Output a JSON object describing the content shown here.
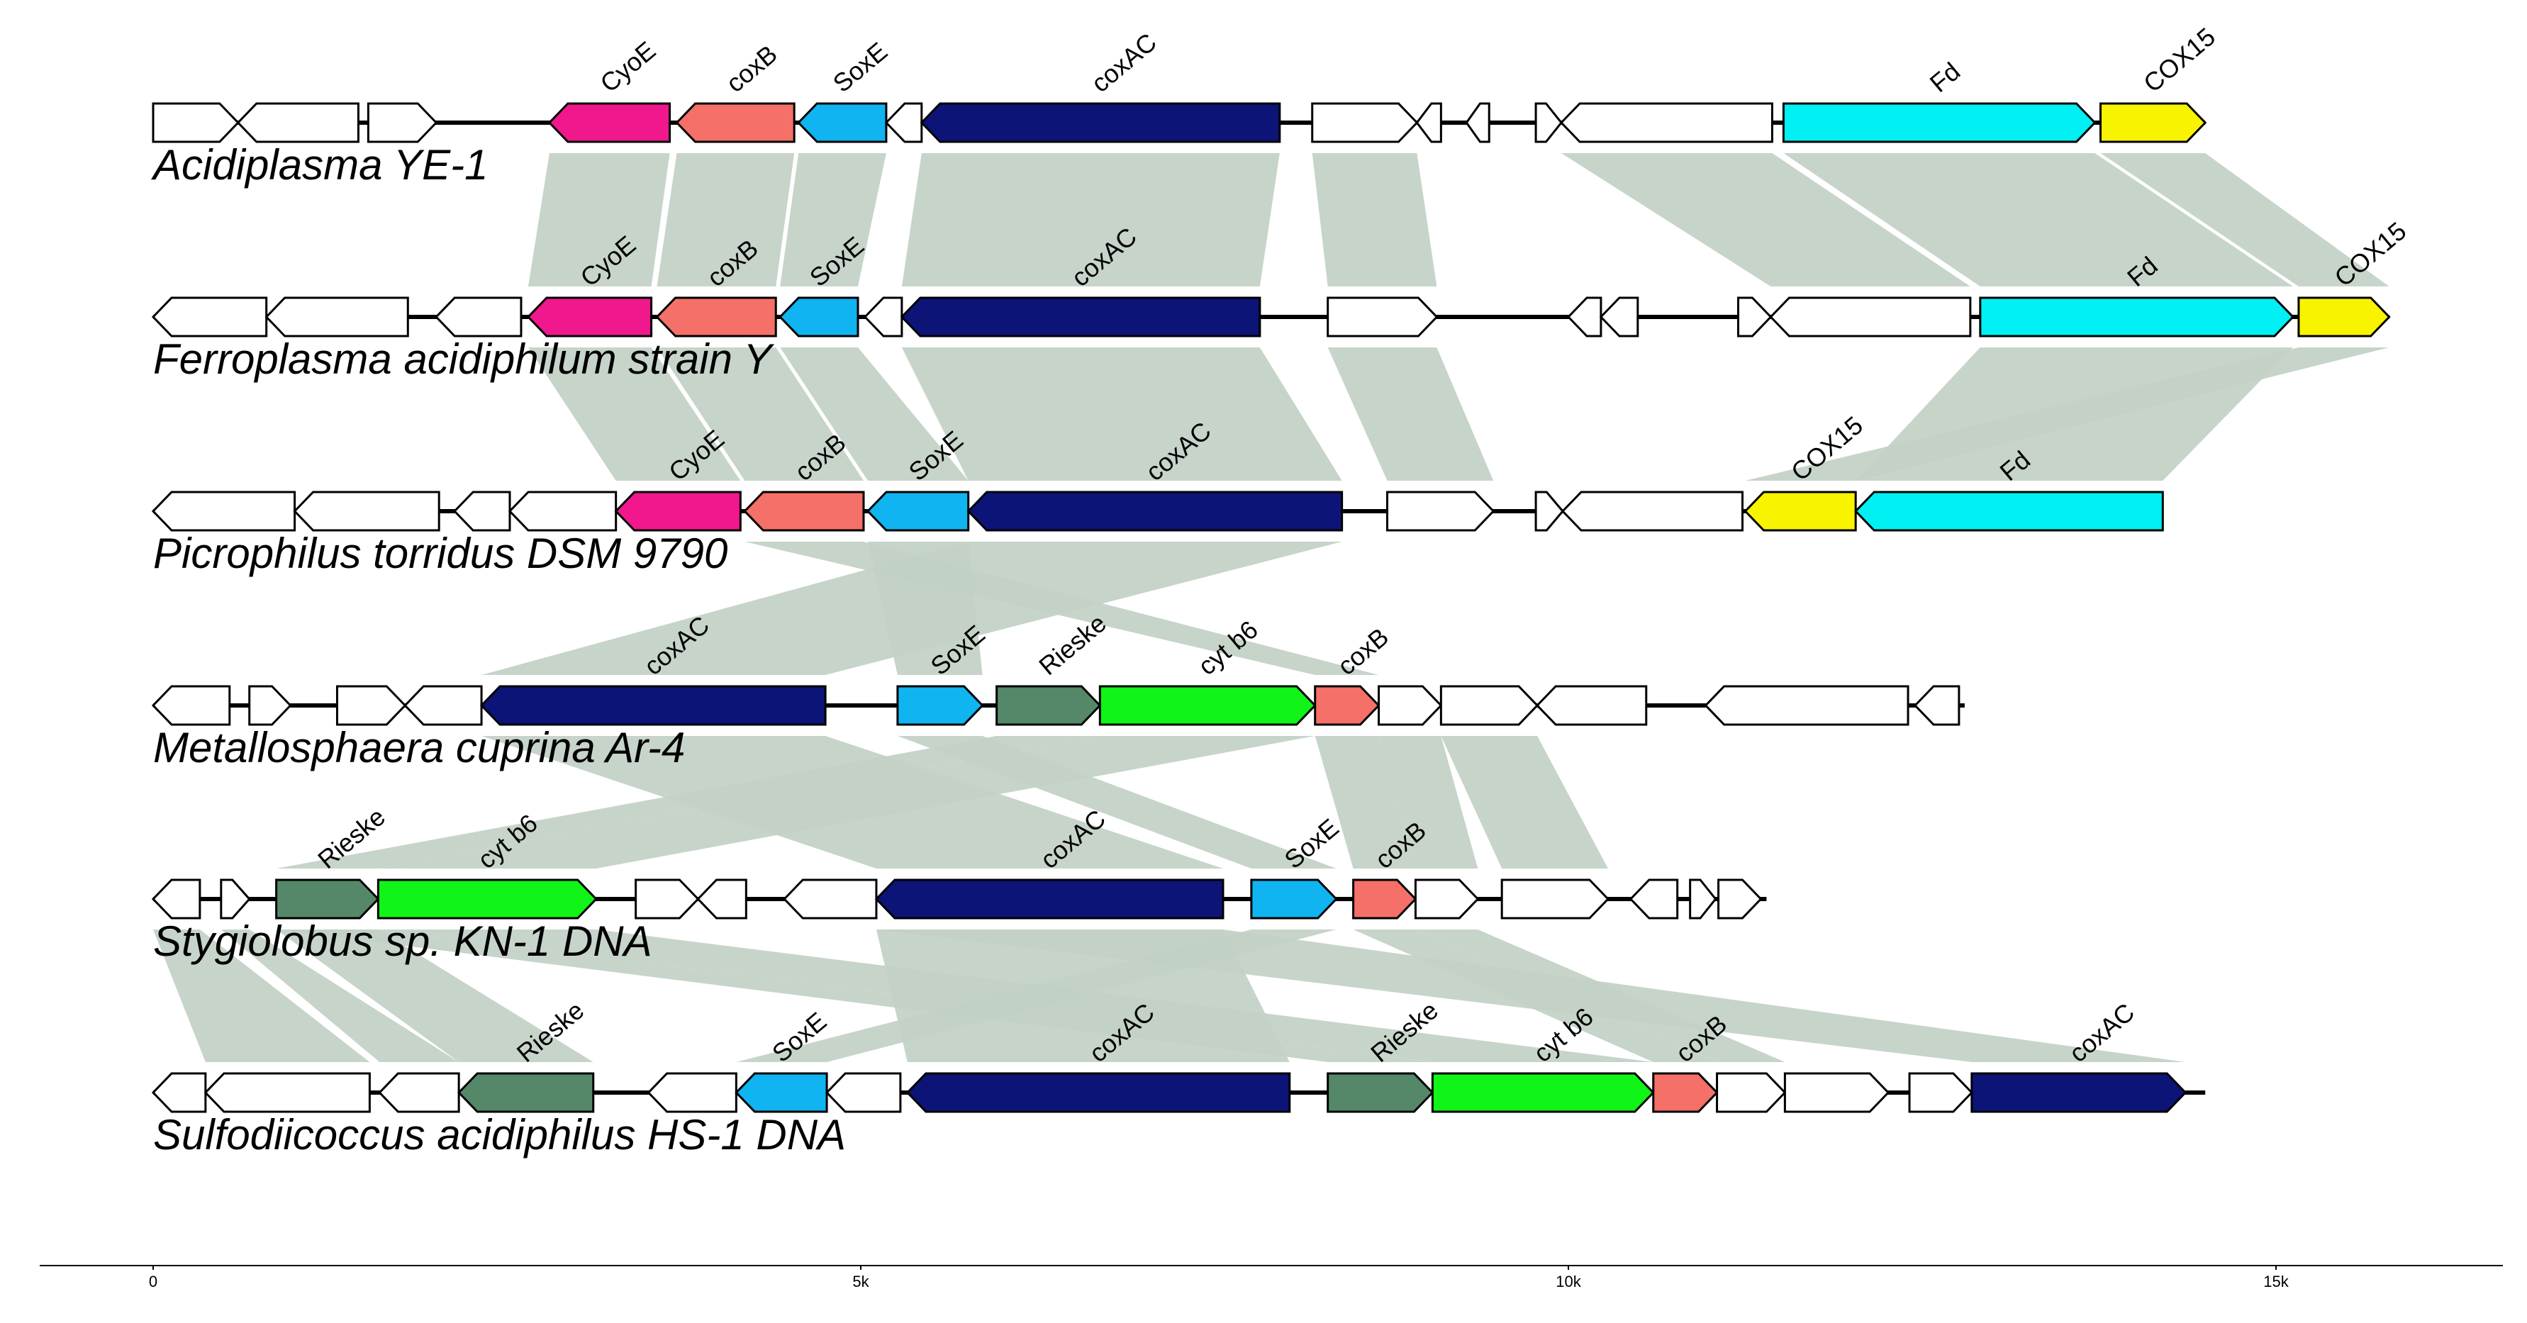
{
  "scale": {
    "min": 0,
    "max": 16500
  },
  "axis": {
    "ticks": [
      {
        "value": 0,
        "label": "0"
      },
      {
        "value": 5000,
        "label": "5k"
      },
      {
        "value": 10000,
        "label": "10k"
      },
      {
        "value": 15000,
        "label": "15k"
      }
    ]
  },
  "colors": {
    "CyoE": "#f0188c",
    "coxB": "#f47068",
    "SoxE": "#10b4f0",
    "coxAC": "#0c1478",
    "Fd": "#00f0f4",
    "COX15": "#f8f400",
    "Rieske": "#548868",
    "cyt_b6": "#10f418",
    "plain": "#ffffff",
    "link": "#c2d0c6",
    "stroke": "#000000"
  },
  "genomes": [
    {
      "name": "Acidiplasma YE-1",
      "start": 0,
      "end": 14500,
      "genes": [
        {
          "s": 0,
          "e": 600,
          "strand": 1
        },
        {
          "s": 600,
          "e": 1450,
          "strand": -1
        },
        {
          "s": 1520,
          "e": 2000,
          "strand": 1
        },
        {
          "s": 2800,
          "e": 3650,
          "strand": -1,
          "type": "CyoE",
          "label": "CyoE"
        },
        {
          "s": 3700,
          "e": 4530,
          "strand": -1,
          "type": "coxB",
          "label": "coxB"
        },
        {
          "s": 4560,
          "e": 5180,
          "strand": -1,
          "type": "SoxE",
          "label": "SoxE"
        },
        {
          "s": 5180,
          "e": 5430,
          "strand": -1
        },
        {
          "s": 5430,
          "e": 7960,
          "strand": -1,
          "type": "coxAC",
          "label": "coxAC"
        },
        {
          "s": 8190,
          "e": 8930,
          "strand": 1
        },
        {
          "s": 8930,
          "e": 9100,
          "strand": -1
        },
        {
          "s": 9280,
          "e": 9440,
          "strand": -1
        },
        {
          "s": 9770,
          "e": 9950,
          "strand": 1
        },
        {
          "s": 9950,
          "e": 11440,
          "strand": -1
        },
        {
          "s": 11520,
          "e": 13720,
          "strand": 1,
          "type": "Fd",
          "label": "Fd"
        },
        {
          "s": 13760,
          "e": 14500,
          "strand": 1,
          "type": "COX15",
          "label": "COX15"
        }
      ]
    },
    {
      "name": "Ferroplasma acidiphilum strain Y",
      "start": 0,
      "end": 15800,
      "genes": [
        {
          "s": 0,
          "e": 800,
          "strand": -1
        },
        {
          "s": 800,
          "e": 1800,
          "strand": -1
        },
        {
          "s": 2000,
          "e": 2600,
          "strand": -1
        },
        {
          "s": 2650,
          "e": 3520,
          "strand": -1,
          "type": "CyoE",
          "label": "CyoE"
        },
        {
          "s": 3560,
          "e": 4400,
          "strand": -1,
          "type": "coxB",
          "label": "coxB"
        },
        {
          "s": 4430,
          "e": 4980,
          "strand": -1,
          "type": "SoxE",
          "label": "SoxE"
        },
        {
          "s": 5030,
          "e": 5290,
          "strand": -1
        },
        {
          "s": 5290,
          "e": 7820,
          "strand": -1,
          "type": "coxAC",
          "label": "coxAC"
        },
        {
          "s": 8300,
          "e": 9070,
          "strand": 1
        },
        {
          "s": 10000,
          "e": 10230,
          "strand": -1
        },
        {
          "s": 10230,
          "e": 10490,
          "strand": -1
        },
        {
          "s": 11200,
          "e": 11430,
          "strand": 1
        },
        {
          "s": 11430,
          "e": 12840,
          "strand": -1
        },
        {
          "s": 12910,
          "e": 15120,
          "strand": 1,
          "type": "Fd",
          "label": "Fd"
        },
        {
          "s": 15160,
          "e": 15800,
          "strand": 1,
          "type": "COX15",
          "label": "COX15"
        }
      ]
    },
    {
      "name": "Picrophilus torridus DSM 9790",
      "start": 0,
      "end": 14200,
      "genes": [
        {
          "s": 0,
          "e": 1000,
          "strand": -1
        },
        {
          "s": 1000,
          "e": 2020,
          "strand": -1
        },
        {
          "s": 2130,
          "e": 2520,
          "strand": -1
        },
        {
          "s": 2520,
          "e": 3270,
          "strand": -1
        },
        {
          "s": 3270,
          "e": 4150,
          "strand": -1,
          "type": "CyoE",
          "label": "CyoE"
        },
        {
          "s": 4180,
          "e": 5020,
          "strand": -1,
          "type": "coxB",
          "label": "coxB"
        },
        {
          "s": 5050,
          "e": 5760,
          "strand": -1,
          "type": "SoxE",
          "label": "SoxE"
        },
        {
          "s": 5760,
          "e": 8400,
          "strand": -1,
          "type": "coxAC",
          "label": "coxAC"
        },
        {
          "s": 8720,
          "e": 9470,
          "strand": 1
        },
        {
          "s": 9770,
          "e": 9960,
          "strand": 1
        },
        {
          "s": 9960,
          "e": 11230,
          "strand": -1
        },
        {
          "s": 11250,
          "e": 12030,
          "strand": -1,
          "type": "COX15",
          "label": "COX15"
        },
        {
          "s": 12030,
          "e": 14200,
          "strand": -1,
          "type": "Fd",
          "label": "Fd"
        }
      ]
    },
    {
      "name": "Metallosphaera cuprina Ar-4",
      "start": 0,
      "end": 12800,
      "genes": [
        {
          "s": 0,
          "e": 540,
          "strand": -1
        },
        {
          "s": 680,
          "e": 970,
          "strand": 1
        },
        {
          "s": 1300,
          "e": 1780,
          "strand": 1
        },
        {
          "s": 1780,
          "e": 2320,
          "strand": -1
        },
        {
          "s": 2320,
          "e": 4750,
          "strand": -1,
          "type": "coxAC",
          "label": "coxAC"
        },
        {
          "s": 5260,
          "e": 5860,
          "strand": 1,
          "type": "SoxE",
          "label": "SoxE"
        },
        {
          "s": 5960,
          "e": 6690,
          "strand": 1,
          "type": "Rieske",
          "label": "Rieske"
        },
        {
          "s": 6690,
          "e": 8210,
          "strand": 1,
          "type": "cyt_b6",
          "label": "cyt b6"
        },
        {
          "s": 8210,
          "e": 8660,
          "strand": 1,
          "type": "coxB",
          "label": "coxB"
        },
        {
          "s": 8660,
          "e": 9100,
          "strand": 1
        },
        {
          "s": 9100,
          "e": 9780,
          "strand": 1
        },
        {
          "s": 9780,
          "e": 10550,
          "strand": -1
        },
        {
          "s": 10970,
          "e": 12400,
          "strand": -1
        },
        {
          "s": 12450,
          "e": 12760,
          "strand": -1
        }
      ]
    },
    {
      "name": "Stygiolobus sp. KN-1 DNA",
      "start": 0,
      "end": 11400,
      "genes": [
        {
          "s": 0,
          "e": 330,
          "strand": -1
        },
        {
          "s": 480,
          "e": 680,
          "strand": 1
        },
        {
          "s": 870,
          "e": 1590,
          "strand": 1,
          "type": "Rieske",
          "label": "Rieske"
        },
        {
          "s": 1590,
          "e": 3130,
          "strand": 1,
          "type": "cyt_b6",
          "label": "cyt b6"
        },
        {
          "s": 3410,
          "e": 3850,
          "strand": 1
        },
        {
          "s": 3850,
          "e": 4190,
          "strand": -1
        },
        {
          "s": 4460,
          "e": 5110,
          "strand": -1
        },
        {
          "s": 5110,
          "e": 7560,
          "strand": -1,
          "type": "coxAC",
          "label": "coxAC"
        },
        {
          "s": 7760,
          "e": 8360,
          "strand": 1,
          "type": "SoxE",
          "label": "SoxE"
        },
        {
          "s": 8480,
          "e": 8920,
          "strand": 1,
          "type": "coxB",
          "label": "coxB"
        },
        {
          "s": 8920,
          "e": 9360,
          "strand": 1
        },
        {
          "s": 9530,
          "e": 10280,
          "strand": 1
        },
        {
          "s": 10440,
          "e": 10770,
          "strand": -1
        },
        {
          "s": 10860,
          "e": 11040,
          "strand": 1
        },
        {
          "s": 11060,
          "e": 11360,
          "strand": 1
        }
      ]
    },
    {
      "name": "Sulfodiicoccus acidiphilus HS-1 DNA",
      "start": 0,
      "end": 14500,
      "genes": [
        {
          "s": 0,
          "e": 370,
          "strand": -1
        },
        {
          "s": 370,
          "e": 1530,
          "strand": -1
        },
        {
          "s": 1600,
          "e": 2160,
          "strand": -1
        },
        {
          "s": 2160,
          "e": 3110,
          "strand": -1,
          "type": "Rieske",
          "label": "Rieske"
        },
        {
          "s": 3500,
          "e": 4120,
          "strand": -1
        },
        {
          "s": 4120,
          "e": 4760,
          "strand": -1,
          "type": "SoxE",
          "label": "SoxE"
        },
        {
          "s": 4760,
          "e": 5280,
          "strand": -1
        },
        {
          "s": 5330,
          "e": 8030,
          "strand": -1,
          "type": "coxAC",
          "label": "coxAC"
        },
        {
          "s": 8300,
          "e": 9040,
          "strand": 1,
          "type": "Rieske",
          "label": "Rieske"
        },
        {
          "s": 9040,
          "e": 10600,
          "strand": 1,
          "type": "cyt_b6",
          "label": "cyt b6"
        },
        {
          "s": 10600,
          "e": 11050,
          "strand": 1,
          "type": "coxB",
          "label": "coxB"
        },
        {
          "s": 11050,
          "e": 11530,
          "strand": 1
        },
        {
          "s": 11530,
          "e": 12260,
          "strand": 1
        },
        {
          "s": 12410,
          "e": 12850,
          "strand": 1
        },
        {
          "s": 12850,
          "e": 14360,
          "strand": 1,
          "type": "coxAC",
          "label": "coxAC"
        }
      ]
    }
  ],
  "links": [
    {
      "from": 0,
      "a": [
        2800,
        3650
      ],
      "b": [
        2650,
        3520
      ]
    },
    {
      "from": 0,
      "a": [
        3700,
        4530
      ],
      "b": [
        3560,
        4400
      ]
    },
    {
      "from": 0,
      "a": [
        4560,
        5180
      ],
      "b": [
        4430,
        4980
      ]
    },
    {
      "from": 0,
      "a": [
        5430,
        7960
      ],
      "b": [
        5290,
        7820
      ]
    },
    {
      "from": 0,
      "a": [
        8190,
        8930
      ],
      "b": [
        8300,
        9070
      ]
    },
    {
      "from": 0,
      "a": [
        9950,
        11440
      ],
      "b": [
        11430,
        12840
      ]
    },
    {
      "from": 0,
      "a": [
        11520,
        13720
      ],
      "b": [
        12910,
        15120
      ]
    },
    {
      "from": 0,
      "a": [
        13760,
        14500
      ],
      "b": [
        15160,
        15800
      ]
    },
    {
      "from": 1,
      "a": [
        2650,
        3520
      ],
      "b": [
        3270,
        4150
      ]
    },
    {
      "from": 1,
      "a": [
        3560,
        4400
      ],
      "b": [
        4180,
        5020
      ]
    },
    {
      "from": 1,
      "a": [
        4430,
        4980
      ],
      "b": [
        5050,
        5760
      ]
    },
    {
      "from": 1,
      "a": [
        5290,
        7820
      ],
      "b": [
        5760,
        8400
      ]
    },
    {
      "from": 1,
      "a": [
        8300,
        9070
      ],
      "b": [
        8720,
        9470
      ]
    },
    {
      "from": 1,
      "a": [
        12910,
        15120
      ],
      "b": [
        12030,
        14200
      ]
    },
    {
      "from": 1,
      "a": [
        15160,
        15800
      ],
      "b": [
        11250,
        12030
      ]
    },
    {
      "from": 2,
      "a": [
        5760,
        8400
      ],
      "b": [
        2320,
        4750
      ]
    },
    {
      "from": 2,
      "a": [
        5050,
        5760
      ],
      "b": [
        5260,
        5860
      ]
    },
    {
      "from": 2,
      "a": [
        4180,
        5020
      ],
      "b": [
        8210,
        8660
      ]
    },
    {
      "from": 3,
      "a": [
        2320,
        4750
      ],
      "b": [
        5110,
        7560
      ]
    },
    {
      "from": 3,
      "a": [
        5260,
        5860
      ],
      "b": [
        7760,
        8360
      ]
    },
    {
      "from": 3,
      "a": [
        5960,
        6690
      ],
      "b": [
        870,
        1590
      ]
    },
    {
      "from": 3,
      "a": [
        6690,
        8210
      ],
      "b": [
        1590,
        3130
      ]
    },
    {
      "from": 3,
      "a": [
        8210,
        8660
      ],
      "b": [
        8480,
        8920
      ]
    },
    {
      "from": 3,
      "a": [
        8660,
        9100
      ],
      "b": [
        8920,
        9360
      ]
    },
    {
      "from": 3,
      "a": [
        9100,
        9780
      ],
      "b": [
        9530,
        10280
      ]
    },
    {
      "from": 4,
      "a": [
        870,
        1590
      ],
      "b": [
        8300,
        9040
      ]
    },
    {
      "from": 4,
      "a": [
        1590,
        3130
      ],
      "b": [
        9040,
        10600
      ]
    },
    {
      "from": 4,
      "a": [
        5110,
        7560
      ],
      "b": [
        5330,
        8030
      ]
    },
    {
      "from": 4,
      "a": [
        5110,
        7560
      ],
      "b": [
        12850,
        14360
      ]
    },
    {
      "from": 4,
      "a": [
        7760,
        8360
      ],
      "b": [
        4120,
        4760
      ]
    },
    {
      "from": 4,
      "a": [
        8480,
        8920
      ],
      "b": [
        10600,
        11050
      ]
    },
    {
      "from": 4,
      "a": [
        8920,
        9360
      ],
      "b": [
        11050,
        11530
      ]
    },
    {
      "from": 4,
      "a": [
        870,
        1590
      ],
      "b": [
        2160,
        3110
      ]
    },
    {
      "from": 4,
      "a": [
        480,
        680
      ],
      "b": [
        1600,
        2160
      ]
    },
    {
      "from": 4,
      "a": [
        0,
        330
      ],
      "b": [
        370,
        1530
      ]
    }
  ]
}
